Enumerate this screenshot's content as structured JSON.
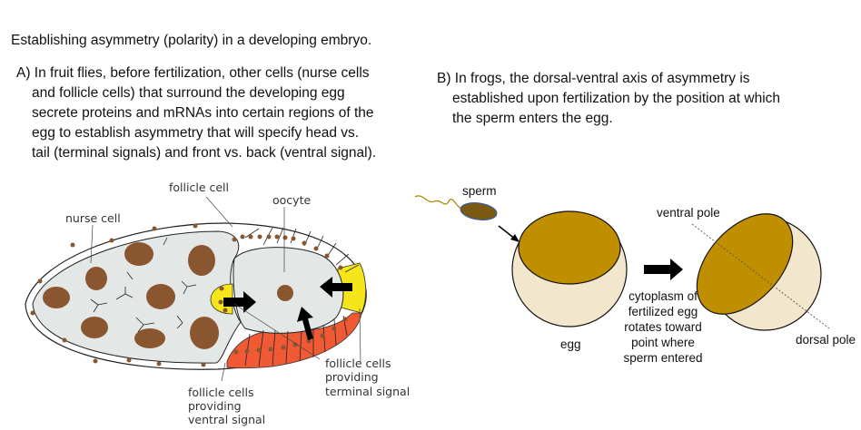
{
  "title": "Establishing asymmetry (polarity) in a developing embryo.",
  "section_a": {
    "lines": [
      "A) In fruit flies, before fertilization, other cells (nurse cells",
      "and follicle cells) that surround the developing egg",
      "secrete proteins and mRNAs into certain regions of the",
      "egg to establish asymmetry that will specify head vs.",
      "tail (terminal signals) and front vs. back (ventral signal)."
    ]
  },
  "section_b": {
    "lines": [
      "B) In frogs, the dorsal-ventral axis of asymmetry is",
      "established upon fertilization by the position at which",
      "the sperm enters the egg."
    ]
  },
  "fly_diagram": {
    "follicle_cell": "follicle cell",
    "oocyte": "oocyte",
    "nurse_cell": "nurse cell",
    "terminal": [
      "follicle cells",
      "providing",
      "terminal signal"
    ],
    "ventral": [
      "follicle cells",
      "providing",
      "ventral signal"
    ]
  },
  "frog_diagram": {
    "sperm": "sperm",
    "egg": "egg",
    "ventral_pole": "ventral pole",
    "dorsal_pole": "dorsal pole",
    "caption": [
      "cytoplasm of",
      "fertilized egg",
      "rotates toward",
      "point where",
      "sperm entered"
    ]
  },
  "colors": {
    "yolk": "#c08f00",
    "egg": "#f2e7cd",
    "ventral": "#ef5a35",
    "terminal": "#f5e51a",
    "nucleus": "#8a5630",
    "cytoplasm": "#e3e8e6"
  }
}
